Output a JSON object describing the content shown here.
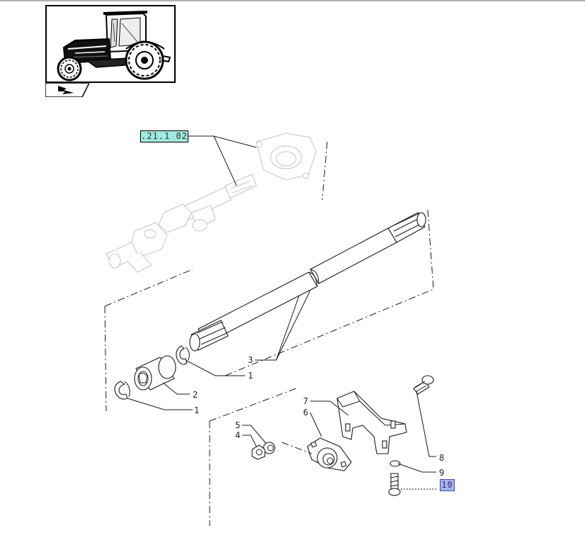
{
  "reference_tag": ".21.1 02",
  "thumbnail": {
    "name": "tractor-overview-thumbnail",
    "tab_icon": "arrow-flag-icon"
  },
  "callouts": [
    {
      "id": "c3",
      "label": "3"
    },
    {
      "id": "c1a",
      "label": "1"
    },
    {
      "id": "c2",
      "label": "2"
    },
    {
      "id": "c1b",
      "label": "1"
    },
    {
      "id": "c7",
      "label": "7"
    },
    {
      "id": "c6",
      "label": "6"
    },
    {
      "id": "c5",
      "label": "5"
    },
    {
      "id": "c4",
      "label": "4"
    },
    {
      "id": "c8",
      "label": "8"
    },
    {
      "id": "c9",
      "label": "9"
    }
  ],
  "highlighted_callout": "10",
  "colors": {
    "ref_fill": "#9fe9df",
    "highlight_fill": "#aab4ee",
    "ghost_stroke": "#c4c4c4",
    "line": "#1a1a1a"
  }
}
